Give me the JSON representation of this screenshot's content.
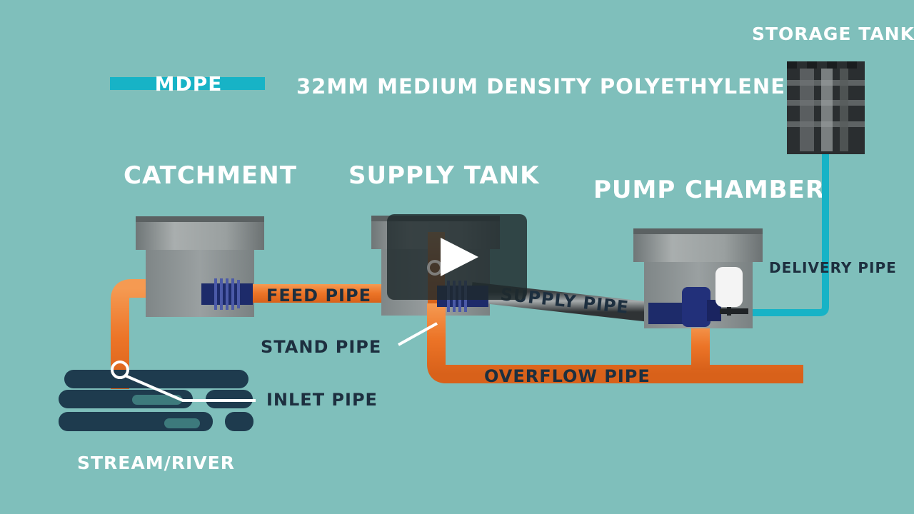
{
  "legend": {
    "swatch_label": "MDPE",
    "description": "32MM MEDIUM DENSITY POLYETHYLENE",
    "swatch_color": "#17b3c6"
  },
  "labels": {
    "catchment": "CATCHMENT",
    "supply_tank": "SUPPLY TANK",
    "pump_chamber": "PUMP CHAMBER",
    "storage_tank": "STORAGE TANK",
    "stream_river": "STREAM/RIVER",
    "feed_pipe": "FEED PIPE",
    "supply_pipe": "SUPPLY PIPE",
    "stand_pipe": "STAND PIPE",
    "inlet_pipe": "INLET PIPE",
    "overflow_pipe": "OVERFLOW PIPE",
    "delivery_pipe": "DELIVERY PIPE"
  },
  "colors": {
    "background": "#7fbfbb",
    "pipe_orange": "#ef7d2e",
    "mdpe_blue": "#17b3c6",
    "water_dark": "#1e3b4e",
    "tank_gray": "#8e9596"
  },
  "controls": {
    "play_icon": "play-icon"
  }
}
